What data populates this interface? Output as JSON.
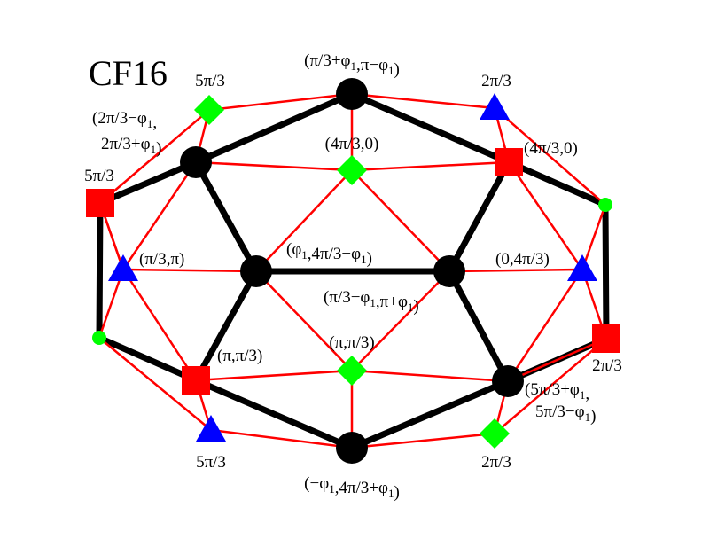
{
  "title": "CF16",
  "colors": {
    "black_edge": "#000000",
    "red_edge": "#ff0000",
    "square": "#ff0000",
    "triangle": "#0000ff",
    "diamond": "#00ff00",
    "small_dot": "#00ff00"
  },
  "nodes": [
    {
      "id": "top",
      "shape": "circle"
    },
    {
      "id": "ul",
      "shape": "circle"
    },
    {
      "id": "cl",
      "shape": "circle"
    },
    {
      "id": "cr",
      "shape": "circle"
    },
    {
      "id": "lr",
      "shape": "circle"
    },
    {
      "id": "bot",
      "shape": "circle"
    },
    {
      "id": "sq_ur",
      "shape": "square"
    },
    {
      "id": "sq_l",
      "shape": "square"
    },
    {
      "id": "sq_ll",
      "shape": "square"
    },
    {
      "id": "sq_r",
      "shape": "square"
    },
    {
      "id": "tri_ur",
      "shape": "triangle"
    },
    {
      "id": "tri_l",
      "shape": "triangle"
    },
    {
      "id": "tri_r",
      "shape": "triangle"
    },
    {
      "id": "tri_bl",
      "shape": "triangle"
    },
    {
      "id": "dia_ul",
      "shape": "diamond"
    },
    {
      "id": "dia_c",
      "shape": "diamond"
    },
    {
      "id": "dia_lc",
      "shape": "diamond"
    },
    {
      "id": "dia_br",
      "shape": "diamond"
    },
    {
      "id": "dot_r",
      "shape": "dot"
    },
    {
      "id": "dot_l",
      "shape": "dot"
    }
  ],
  "black_edges": [
    [
      "top",
      "ul"
    ],
    [
      "top",
      "sq_ur"
    ],
    [
      "ul",
      "sq_l"
    ],
    [
      "ul",
      "cl"
    ],
    [
      "cl",
      "cr"
    ],
    [
      "cl",
      "sq_ll"
    ],
    [
      "cr",
      "sq_ur"
    ],
    [
      "cr",
      "lr"
    ],
    [
      "sq_ur",
      "dot_r"
    ],
    [
      "dot_r",
      "sq_r"
    ],
    [
      "sq_r",
      "lr"
    ],
    [
      "lr",
      "bot"
    ],
    [
      "bot",
      "sq_ll"
    ],
    [
      "sq_ll",
      "dot_l"
    ],
    [
      "dot_l",
      "sq_l"
    ]
  ],
  "red_edges": [
    [
      "dia_ul",
      "top"
    ],
    [
      "top",
      "tri_ur"
    ],
    [
      "tri_ur",
      "dot_r"
    ],
    [
      "dot_r",
      "tri_r"
    ],
    [
      "tri_r",
      "sq_r"
    ],
    [
      "sq_r",
      "dia_br"
    ],
    [
      "dia_br",
      "bot"
    ],
    [
      "bot",
      "tri_bl"
    ],
    [
      "tri_bl",
      "dot_l"
    ],
    [
      "dot_l",
      "tri_l"
    ],
    [
      "tri_l",
      "sq_l"
    ],
    [
      "sq_l",
      "dia_ul"
    ],
    [
      "dia_ul",
      "ul"
    ],
    [
      "tri_ur",
      "sq_ur"
    ],
    [
      "top",
      "dia_c"
    ],
    [
      "ul",
      "dia_c"
    ],
    [
      "dia_c",
      "sq_ur"
    ],
    [
      "sq_l",
      "tri_l"
    ],
    [
      "ul",
      "tri_l"
    ],
    [
      "tri_l",
      "cl"
    ],
    [
      "tri_l",
      "sq_ll"
    ],
    [
      "dia_c",
      "cl"
    ],
    [
      "dia_c",
      "cr"
    ],
    [
      "cr",
      "tri_r"
    ],
    [
      "sq_ur",
      "tri_r"
    ],
    [
      "tri_r",
      "lr"
    ],
    [
      "cl",
      "dia_lc"
    ],
    [
      "cr",
      "dia_lc"
    ],
    [
      "sq_ll",
      "dia_lc"
    ],
    [
      "dia_lc",
      "lr"
    ],
    [
      "dia_lc",
      "bot"
    ],
    [
      "sq_ll",
      "tri_bl"
    ],
    [
      "lr",
      "dia_br"
    ],
    [
      "lr",
      "sq_r"
    ]
  ],
  "labels": [
    {
      "id": "lbl_top",
      "node": "top",
      "text": "(π/3+φ1,π−φ1)",
      "html": "(π/3+φ<tspan class='sub' dy='5' font-size='13'>1</tspan><tspan dy='-5'>,π−φ</tspan><tspan dy='5' font-size='13'>1</tspan><tspan dy='-5'>)</tspan>"
    },
    {
      "id": "lbl_dia_ul",
      "node": "dia_ul",
      "text": "5π/3"
    },
    {
      "id": "lbl_tri_ur",
      "node": "tri_ur",
      "text": "2π/3"
    },
    {
      "id": "lbl_ul_1",
      "node": "ul",
      "text": "(2π/3−φ1,"
    },
    {
      "id": "lbl_ul_2",
      "node": "ul",
      "text": "2π/3+φ1)"
    },
    {
      "id": "lbl_dia_c",
      "node": "dia_c",
      "text": "(4π/3,0)"
    },
    {
      "id": "lbl_sq_ur",
      "node": "sq_ur",
      "text": "(4π/3,0)"
    },
    {
      "id": "lbl_sq_l",
      "node": "sq_l",
      "text": "5π/3"
    },
    {
      "id": "lbl_tri_l",
      "node": "tri_l",
      "text": "(π/3,π)"
    },
    {
      "id": "lbl_cl",
      "node": "cl",
      "text": "(φ1,4π/3−φ1)"
    },
    {
      "id": "lbl_tri_r",
      "node": "tri_r",
      "text": "(0,4π/3)"
    },
    {
      "id": "lbl_cr",
      "node": "cr",
      "text": "(π/3−φ1,π+φ1)"
    },
    {
      "id": "lbl_sq_ll",
      "node": "sq_ll",
      "text": "(π,π/3)"
    },
    {
      "id": "lbl_dia_lc",
      "node": "dia_lc",
      "text": "(π,π/3)"
    },
    {
      "id": "lbl_sq_r",
      "node": "sq_r",
      "text": "2π/3"
    },
    {
      "id": "lbl_lr_1",
      "node": "lr",
      "text": "(5π/3+φ1,"
    },
    {
      "id": "lbl_lr_2",
      "node": "lr",
      "text": "5π/3−φ1)"
    },
    {
      "id": "lbl_tri_bl",
      "node": "tri_bl",
      "text": "5π/3"
    },
    {
      "id": "lbl_dia_br",
      "node": "dia_br",
      "text": "2π/3"
    },
    {
      "id": "lbl_bot",
      "node": "bot",
      "text": "(−φ1,4π/3+φ1)"
    }
  ]
}
